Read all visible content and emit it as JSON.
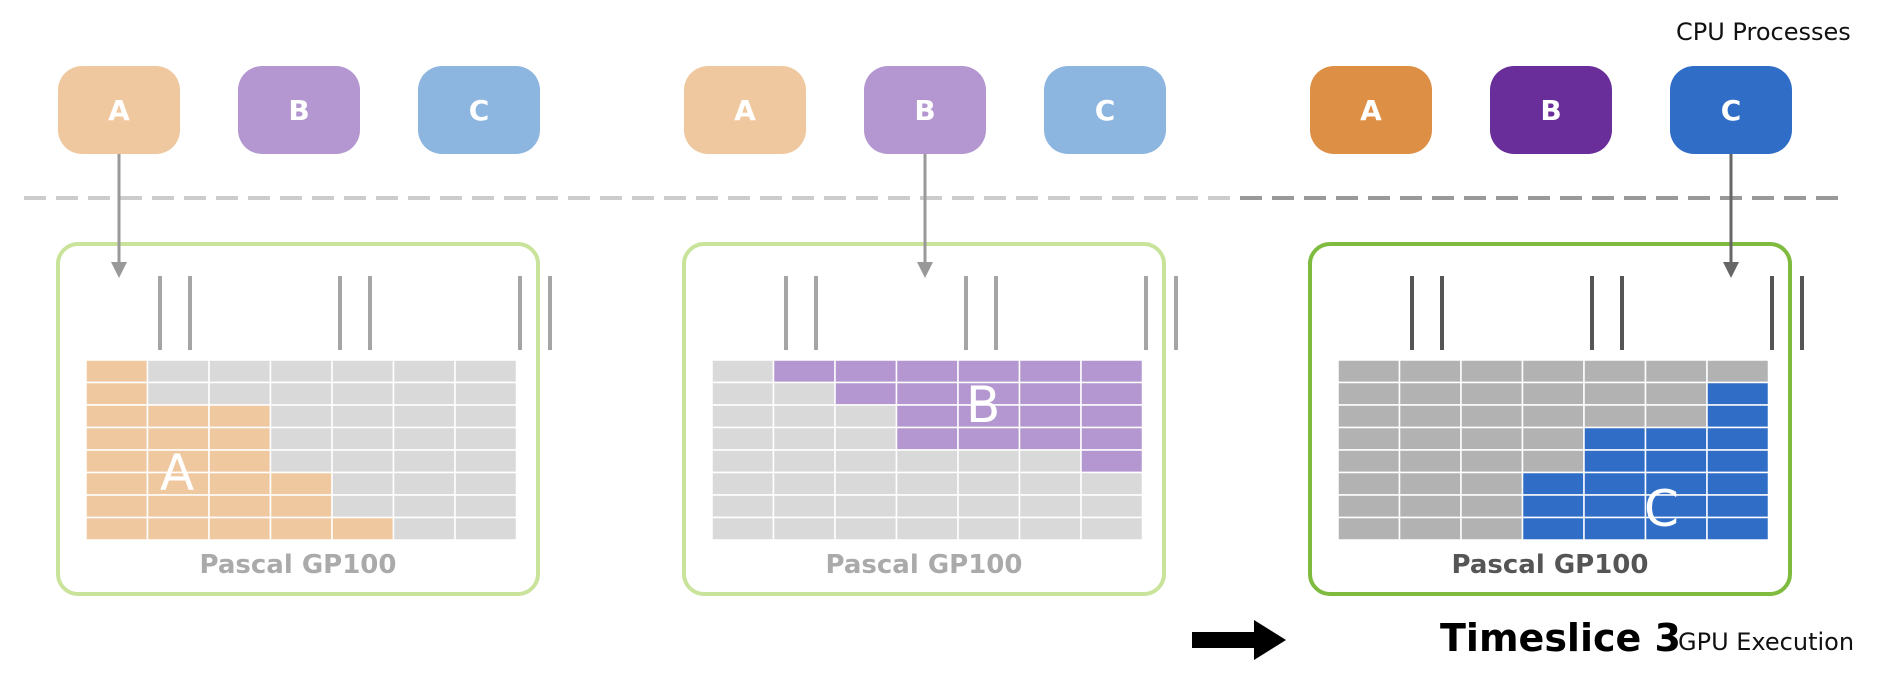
{
  "header": {
    "cpu_label": "CPU Processes"
  },
  "footer": {
    "timeslice_label": "Timeslice 3",
    "gpu_execution_label": "GPU Execution"
  },
  "colors": {
    "a_light": "#f0c8a0",
    "b_light": "#b497d0",
    "c_light": "#8cb6e0",
    "a_dark": "#de8f46",
    "b_dark": "#6a2e9a",
    "c_dark": "#2f6dc6",
    "panel_light_border": "#c9e39a",
    "panel_dark_border": "#7fbb3e",
    "cell_gray": "#d9d9d9",
    "cell_dark_gray": "#b2b2b2"
  },
  "stages": [
    {
      "processes": [
        {
          "label": "A",
          "color": "#f0c8a0"
        },
        {
          "label": "B",
          "color": "#b497d0"
        },
        {
          "label": "C",
          "color": "#8cb6e0"
        }
      ],
      "active_process": 0,
      "gpu_label": "Pascal GP100",
      "region_letter": "A",
      "region_color": "#f0c8a0",
      "base_color": "#d9d9d9",
      "occupancy": [
        [
          1,
          1,
          1,
          1,
          1,
          1,
          1,
          1
        ],
        [
          0,
          0,
          1,
          1,
          1,
          1,
          1,
          1
        ],
        [
          0,
          0,
          1,
          1,
          1,
          1,
          1,
          1
        ],
        [
          0,
          0,
          0,
          0,
          0,
          1,
          1,
          1
        ],
        [
          0,
          0,
          0,
          0,
          0,
          0,
          0,
          1
        ],
        [
          0,
          0,
          0,
          0,
          0,
          0,
          0,
          0
        ],
        [
          0,
          0,
          0,
          0,
          0,
          0,
          0,
          0
        ]
      ]
    },
    {
      "processes": [
        {
          "label": "A",
          "color": "#f0c8a0"
        },
        {
          "label": "B",
          "color": "#b497d0"
        },
        {
          "label": "C",
          "color": "#8cb6e0"
        }
      ],
      "active_process": 1,
      "gpu_label": "Pascal GP100",
      "region_letter": "B",
      "region_color": "#b497d0",
      "base_color": "#d9d9d9",
      "occupancy": [
        [
          0,
          0,
          0,
          0,
          0,
          0,
          0,
          0
        ],
        [
          1,
          0,
          0,
          0,
          0,
          0,
          0,
          0
        ],
        [
          1,
          1,
          0,
          0,
          0,
          0,
          0,
          0
        ],
        [
          1,
          1,
          1,
          1,
          0,
          0,
          0,
          0
        ],
        [
          1,
          1,
          1,
          1,
          0,
          0,
          0,
          0
        ],
        [
          1,
          1,
          1,
          1,
          0,
          0,
          0,
          0
        ],
        [
          1,
          1,
          1,
          1,
          1,
          0,
          0,
          0
        ]
      ]
    },
    {
      "processes": [
        {
          "label": "A",
          "color": "#de8f46"
        },
        {
          "label": "B",
          "color": "#6a2e9a"
        },
        {
          "label": "C",
          "color": "#2f6dc6"
        }
      ],
      "active_process": 2,
      "gpu_label": "Pascal GP100",
      "region_letter": "C",
      "region_color": "#2f6dc6",
      "base_color": "#b2b2b2",
      "occupancy": [
        [
          0,
          0,
          0,
          0,
          0,
          0,
          0,
          0
        ],
        [
          0,
          0,
          0,
          0,
          0,
          0,
          0,
          0
        ],
        [
          0,
          0,
          0,
          0,
          0,
          0,
          0,
          0
        ],
        [
          0,
          0,
          0,
          0,
          0,
          1,
          1,
          1
        ],
        [
          0,
          0,
          0,
          1,
          1,
          1,
          1,
          1
        ],
        [
          0,
          0,
          0,
          1,
          1,
          1,
          1,
          1
        ],
        [
          0,
          1,
          1,
          1,
          1,
          1,
          1,
          1
        ]
      ]
    }
  ]
}
